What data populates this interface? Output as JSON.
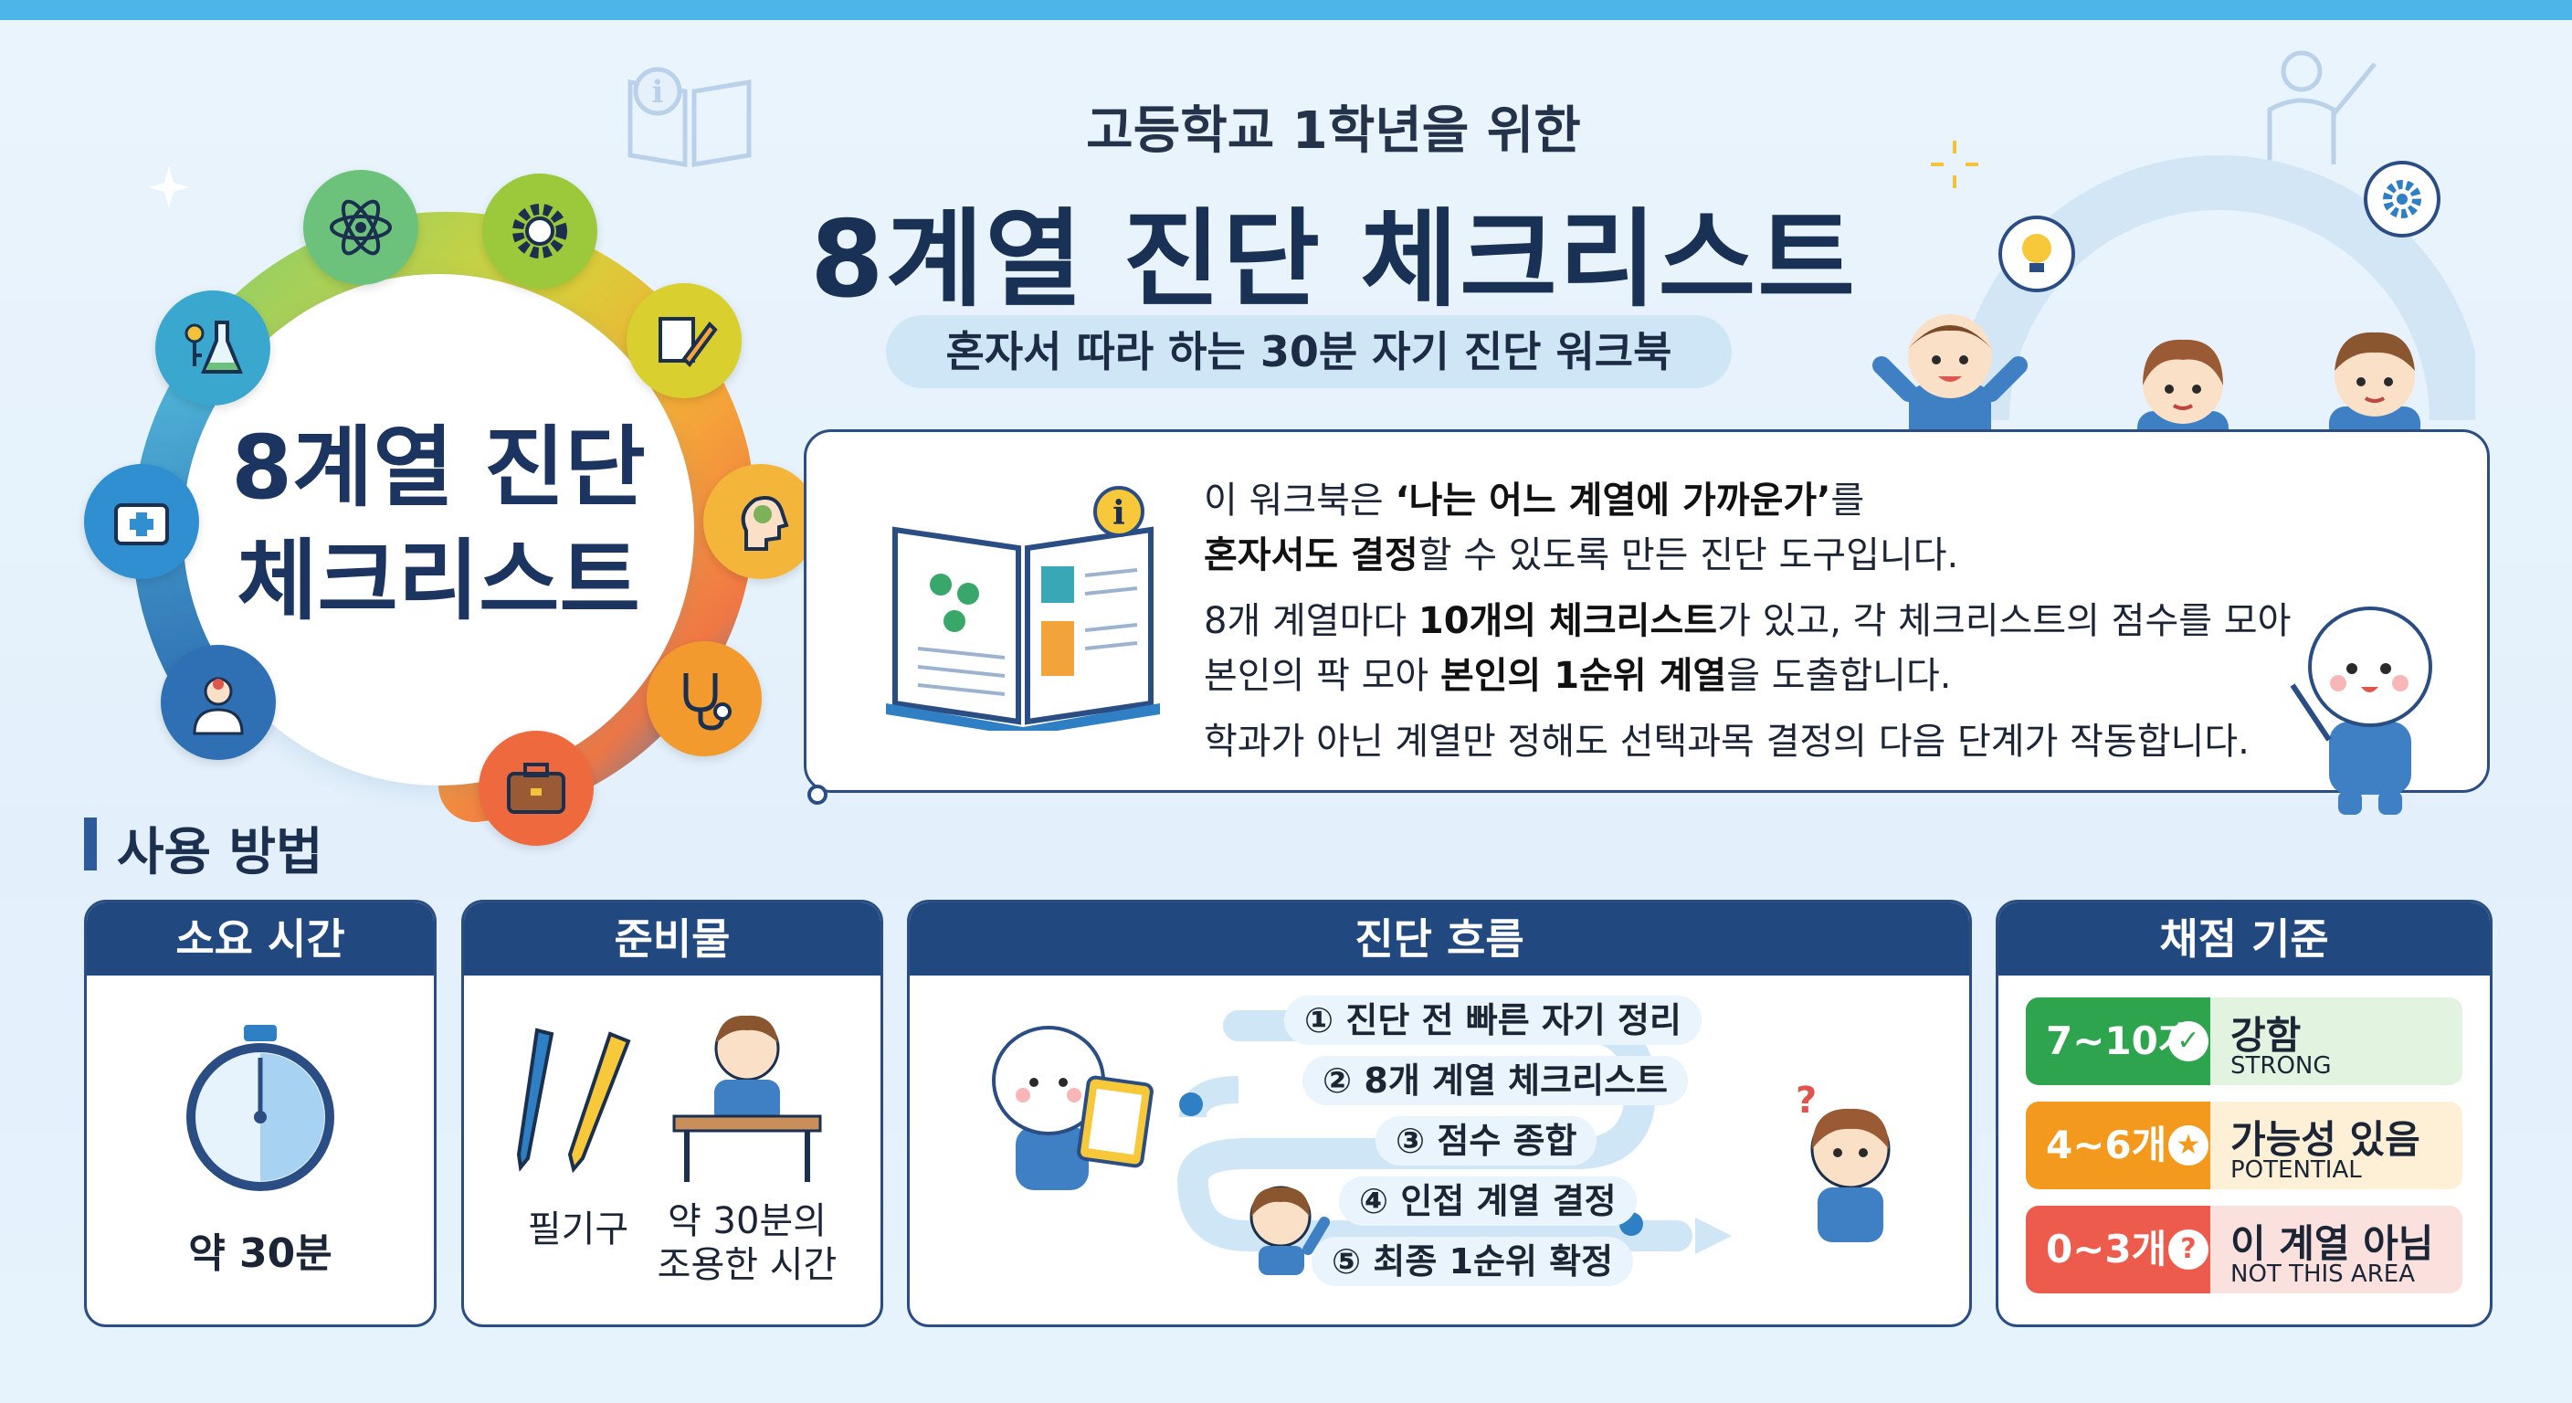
{
  "header": {
    "sup_title": "고등학교 1학년을 위한",
    "title": "8계열 진단 체크리스트",
    "subtitle": "혼자서 따라 하는 30분 자기 진단 워크북"
  },
  "ring": {
    "title_line1": "8계열 진단",
    "title_line2": "체크리스트",
    "nodes": [
      {
        "icon": "atom-icon",
        "color": "#6cc27a"
      },
      {
        "icon": "gear-wrench-icon",
        "color": "#9cc83c"
      },
      {
        "icon": "pencil-paper-icon",
        "color": "#d9cf2e"
      },
      {
        "icon": "head-profile-icon",
        "color": "#f4b63a"
      },
      {
        "icon": "stethoscope-icon",
        "color": "#f39a2e"
      },
      {
        "icon": "briefcase-icon",
        "color": "#ee6a3e"
      },
      {
        "icon": "doctor-icon",
        "color": "#2f6fb3"
      },
      {
        "icon": "first-aid-kit-icon",
        "color": "#2f8fd0"
      },
      {
        "icon": "flask-key-icon",
        "color": "#3aa7cf"
      }
    ]
  },
  "info": {
    "p1_a": "이 워크북은 ",
    "p1_b": "‘나는 어느 계열에 가까운가’",
    "p1_c": "를",
    "p1_d": "혼자서도 결정",
    "p1_e": "할 수 있도록 만든 진단 도구입니다.",
    "p2_a": "8개 계열마다 ",
    "p2_b": "10개의 체크리스트",
    "p2_c": "가 있고, 각 체크리스트의 점수를 모아",
    "p2_d": "본인의 팍 모아 ",
    "p2_e": "본인의 1순위 계열",
    "p2_f": "을 도출합니다.",
    "p3": "학과가 아닌 계열만 정해도 선택과목 결정의 다음 단계가 작동합니다."
  },
  "usage": {
    "section_title": "사용 방법",
    "time": {
      "header": "소요 시간",
      "value": "약 30분"
    },
    "materials": {
      "header": "준비물",
      "item1": "필기구",
      "item2_line1": "약 30분의",
      "item2_line2": "조용한 시간"
    },
    "flow": {
      "header": "진단 흐름",
      "steps": [
        "① 진단 전 빠른 자기 정리",
        "② 8개 계열 체크리스트",
        "③ 점수 종합",
        "④ 인접 계열 결정",
        "⑤ 최종 1순위 확정"
      ]
    },
    "scoring": {
      "header": "채점 기준",
      "rows": [
        {
          "range": "7~10개",
          "icon": "check-icon",
          "symbol": "✓",
          "ko": "강함",
          "en": "STRONG",
          "left_color": "#2ea44f",
          "right_color": "#e2f3df",
          "icon_color": "#2ea44f"
        },
        {
          "range": "4~6개",
          "icon": "star-icon",
          "symbol": "★",
          "ko": "가능성 있음",
          "en": "POTENTIAL",
          "left_color": "#f39a1e",
          "right_color": "#fdf0d6",
          "icon_color": "#f39a1e"
        },
        {
          "range": "0~3개",
          "icon": "question-icon",
          "symbol": "?",
          "ko": "이 계열 아님",
          "en": "NOT THIS AREA",
          "left_color": "#ec5b4c",
          "right_color": "#fbe1de",
          "icon_color": "#ec5b4c"
        }
      ]
    }
  }
}
